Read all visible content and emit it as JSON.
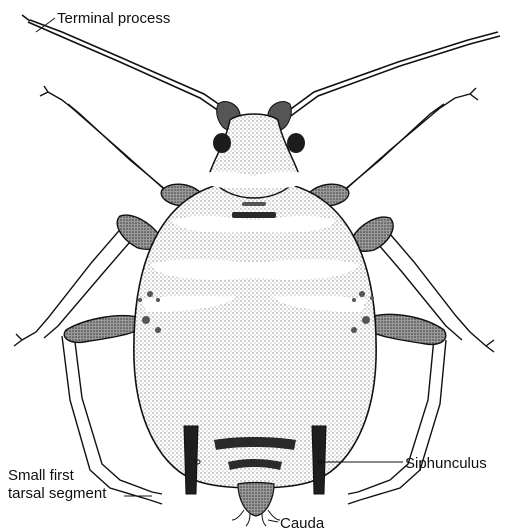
{
  "labels": {
    "terminal_process": "Terminal process",
    "small_first_line1": "Small first",
    "small_first_line2": "tarsal segment",
    "siphunculus": "Siphunculus",
    "cauda": "Cauda"
  },
  "colors": {
    "ink": "#111111",
    "stipple": "#cfcfcf",
    "dark": "#2a2a2a",
    "background": "#ffffff"
  }
}
